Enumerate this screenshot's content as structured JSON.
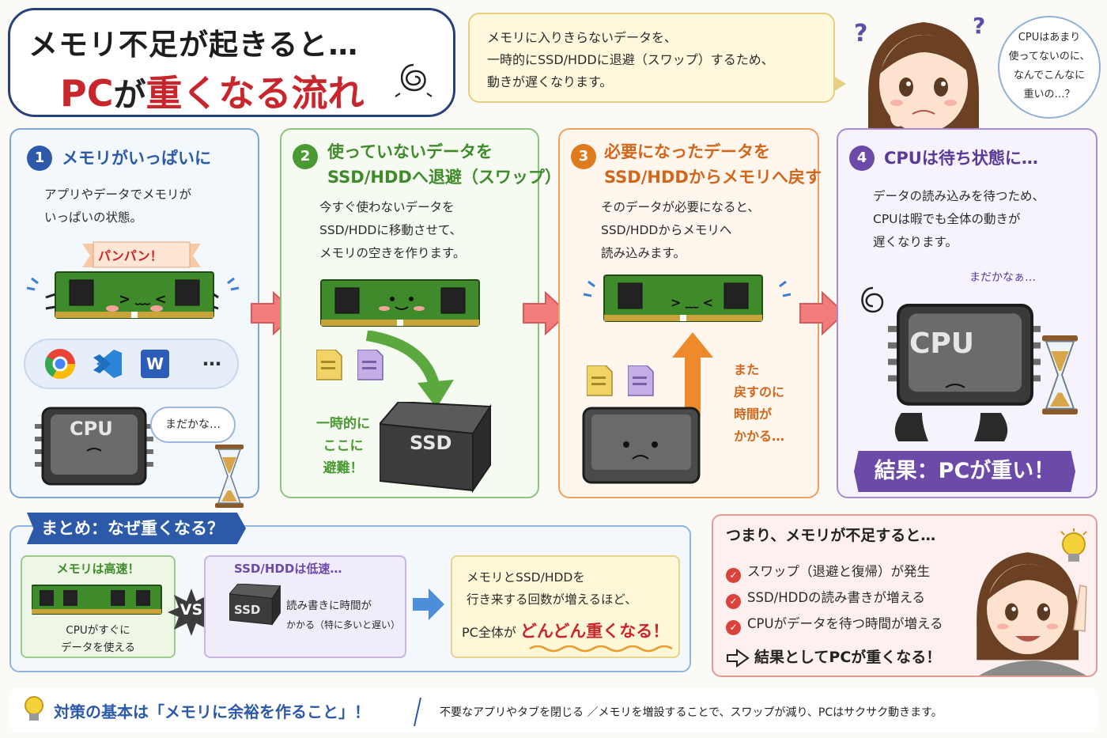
{
  "title": {
    "line1": "メモリ不足が起きると…",
    "line2_a": "PC",
    "line2_b": "が",
    "line2_c": "重くなる流れ"
  },
  "intro": {
    "line1": "メモリに入りきらないデータを、",
    "line2": "一時的にSSD/HDDに退避（スワップ）するため、",
    "line3": "動きが遅くなります。"
  },
  "girl_question": {
    "line1": "CPUはあまり",
    "line2": "使ってないのに、",
    "line3": "なんでこんなに",
    "line4": "重いの…？"
  },
  "steps": [
    {
      "num": "1",
      "title1": "メモリがいっぱいに",
      "body1": "アプリやデータでメモリが",
      "body2": "いっぱいの状態。",
      "ribbon": "パンパン！",
      "chip_label": "CPU",
      "speech": "まだかな…",
      "apps_more": "…",
      "app_w": "W"
    },
    {
      "num": "2",
      "title1": "使っていないデータを",
      "title2": "SSD/HDDへ退避（スワップ）",
      "body1": "今すぐ使わないデータを",
      "body2": "SSD/HDDに移動させて、",
      "body3": "メモリの空きを作ります。",
      "side1": "一時的に",
      "side2": "ここに",
      "side3": "避難！",
      "ssd_label": "SSD"
    },
    {
      "num": "3",
      "title1": "必要になったデータを",
      "title2": "SSD/HDDからメモリへ戻す",
      "body1": "そのデータが必要になると、",
      "body2": "SSD/HDDからメモリへ",
      "body3": "読み込みます。",
      "side1": "また",
      "side2": "戻すのに",
      "side3": "時間が",
      "side4": "かかる…"
    },
    {
      "num": "4",
      "title1": "CPUは待ち状態に…",
      "body1": "データの読み込みを待つため、",
      "body2": "CPUは暇でも全体の動きが",
      "body3": "遅くなります。",
      "speech": "まだかなぁ…",
      "chip_label": "CPU",
      "result": "結果：PCが重い！"
    }
  ],
  "summary": {
    "banner": "まとめ：なぜ重くなる？",
    "mem_title": "メモリは高速！",
    "mem_text1": "CPUがすぐに",
    "mem_text2": "データを使える",
    "vs": "VS",
    "ssd_title": "SSD/HDDは低速…",
    "ssd_label": "SSD",
    "ssd_text1": "読み書きに時間が",
    "ssd_text2": "かかる（特に多いと遅い）",
    "result1": "メモリとSSD/HDDを",
    "result2": "行き来する回数が増えるほど、",
    "result3": "PC全体が",
    "result4": "どんどん重くなる！"
  },
  "conclusion": {
    "title": "つまり、メモリが不足すると…",
    "items": [
      "スワップ（退避と復帰）が発生",
      "SSD/HDDの読み書きが増える",
      "CPUがデータを待つ時間が増える"
    ],
    "final": "結果としてPCが重くなる！"
  },
  "footer": {
    "headline": "対策の基本は「メモリに余裕を作ること」！",
    "text": "不要なアプリやタブを閉じる ／メモリを増設することで、スワップが減り、PCはサクサク動きます。"
  },
  "colors": {
    "navy": "#27407a",
    "red": "#c8262d",
    "blue": "#2d5aa8",
    "green": "#4a9a34",
    "orange": "#e07a1e",
    "purple": "#6c4aa8"
  }
}
